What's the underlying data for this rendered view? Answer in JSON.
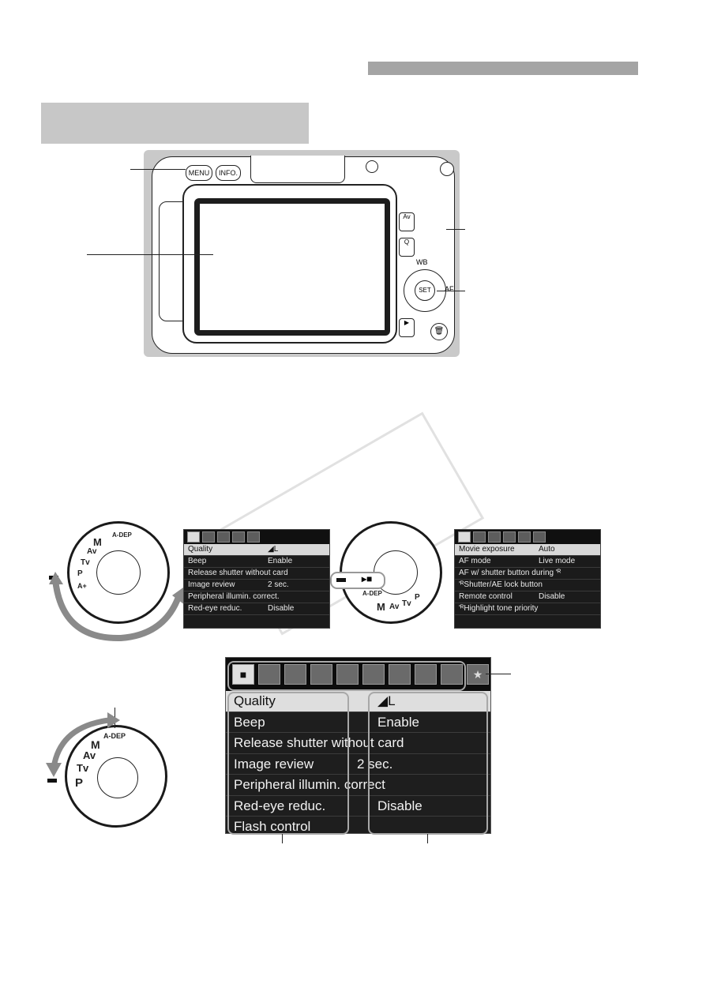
{
  "camera": {
    "buttons": {
      "menu": "MENU",
      "info": "INFO.",
      "av": "Av",
      "q": "Q",
      "wb": "WB",
      "set": "SET",
      "af": "AF"
    }
  },
  "dials": {
    "left_top": [
      "M",
      "Av",
      "Tv",
      "P",
      "A-DEP",
      "A+"
    ],
    "right_top": [
      "A-DEP",
      "M",
      "Av",
      "Tv",
      "P"
    ],
    "bottom": [
      "A-DEP",
      "M",
      "Av",
      "Tv",
      "P"
    ]
  },
  "menu_still_small": {
    "rows": [
      {
        "label": "Quality",
        "value": "◢L"
      },
      {
        "label": "Beep",
        "value": "Enable"
      },
      {
        "label": "Release shutter without card",
        "value": ""
      },
      {
        "label": "Image review",
        "value": "2 sec."
      },
      {
        "label": "Peripheral illumin. correct.",
        "value": ""
      },
      {
        "label": "Red-eye reduc.",
        "value": "Disable"
      }
    ]
  },
  "menu_movie_small": {
    "rows": [
      {
        "label": "Movie exposure",
        "value": "Auto"
      },
      {
        "label": "AF mode",
        "value": "Live mode"
      },
      {
        "label": "AF w/ shutter button during 'ᴿ",
        "value": ""
      },
      {
        "label": "'ᴿShutter/AE lock button",
        "value": ""
      },
      {
        "label": "Remote control",
        "value": "Disable"
      },
      {
        "label": "'ᴿHighlight tone priority",
        "value": ""
      }
    ]
  },
  "menu_big": {
    "star_tab": "★",
    "rows": [
      {
        "label": "Quality",
        "value": "◢L"
      },
      {
        "label": "Beep",
        "value": "Enable"
      },
      {
        "label": "Release shutter without card",
        "value": ""
      },
      {
        "label": "Image review",
        "value": "2 sec."
      },
      {
        "label": "Peripheral illumin. correct",
        "value": ""
      },
      {
        "label": "Red-eye reduc.",
        "value": "Disable"
      },
      {
        "label": "Flash control",
        "value": ""
      }
    ]
  }
}
